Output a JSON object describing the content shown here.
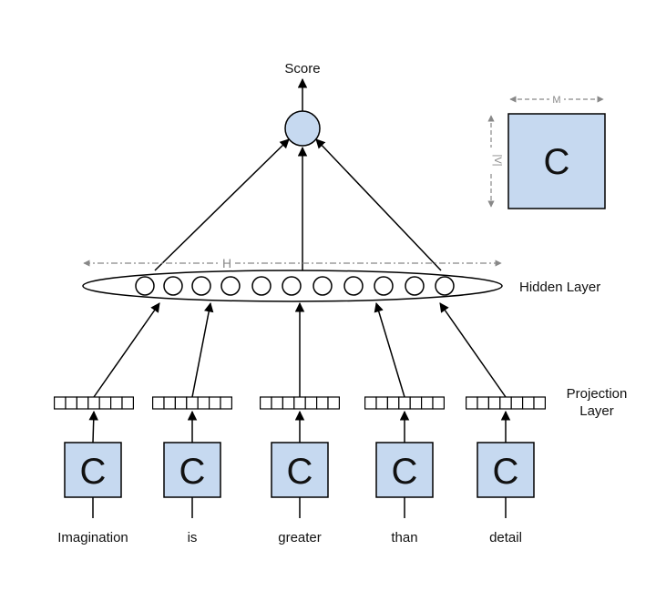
{
  "output_label": "Score",
  "hidden_layer_label": "Hidden Layer",
  "projection_layer_label": [
    "Projection",
    "Layer"
  ],
  "hidden_dim_label": "H",
  "matrix": {
    "symbol": "C",
    "width_label": "M",
    "height_label": "|V|"
  },
  "words": [
    "Imagination",
    "is",
    "greater",
    "than",
    "detail"
  ],
  "hidden_unit_count": 11,
  "projection_cells_per_vector": 7,
  "colors": {
    "node_fill": "#c6d9f0",
    "stroke": "#000000",
    "dimension_line": "#888888"
  }
}
